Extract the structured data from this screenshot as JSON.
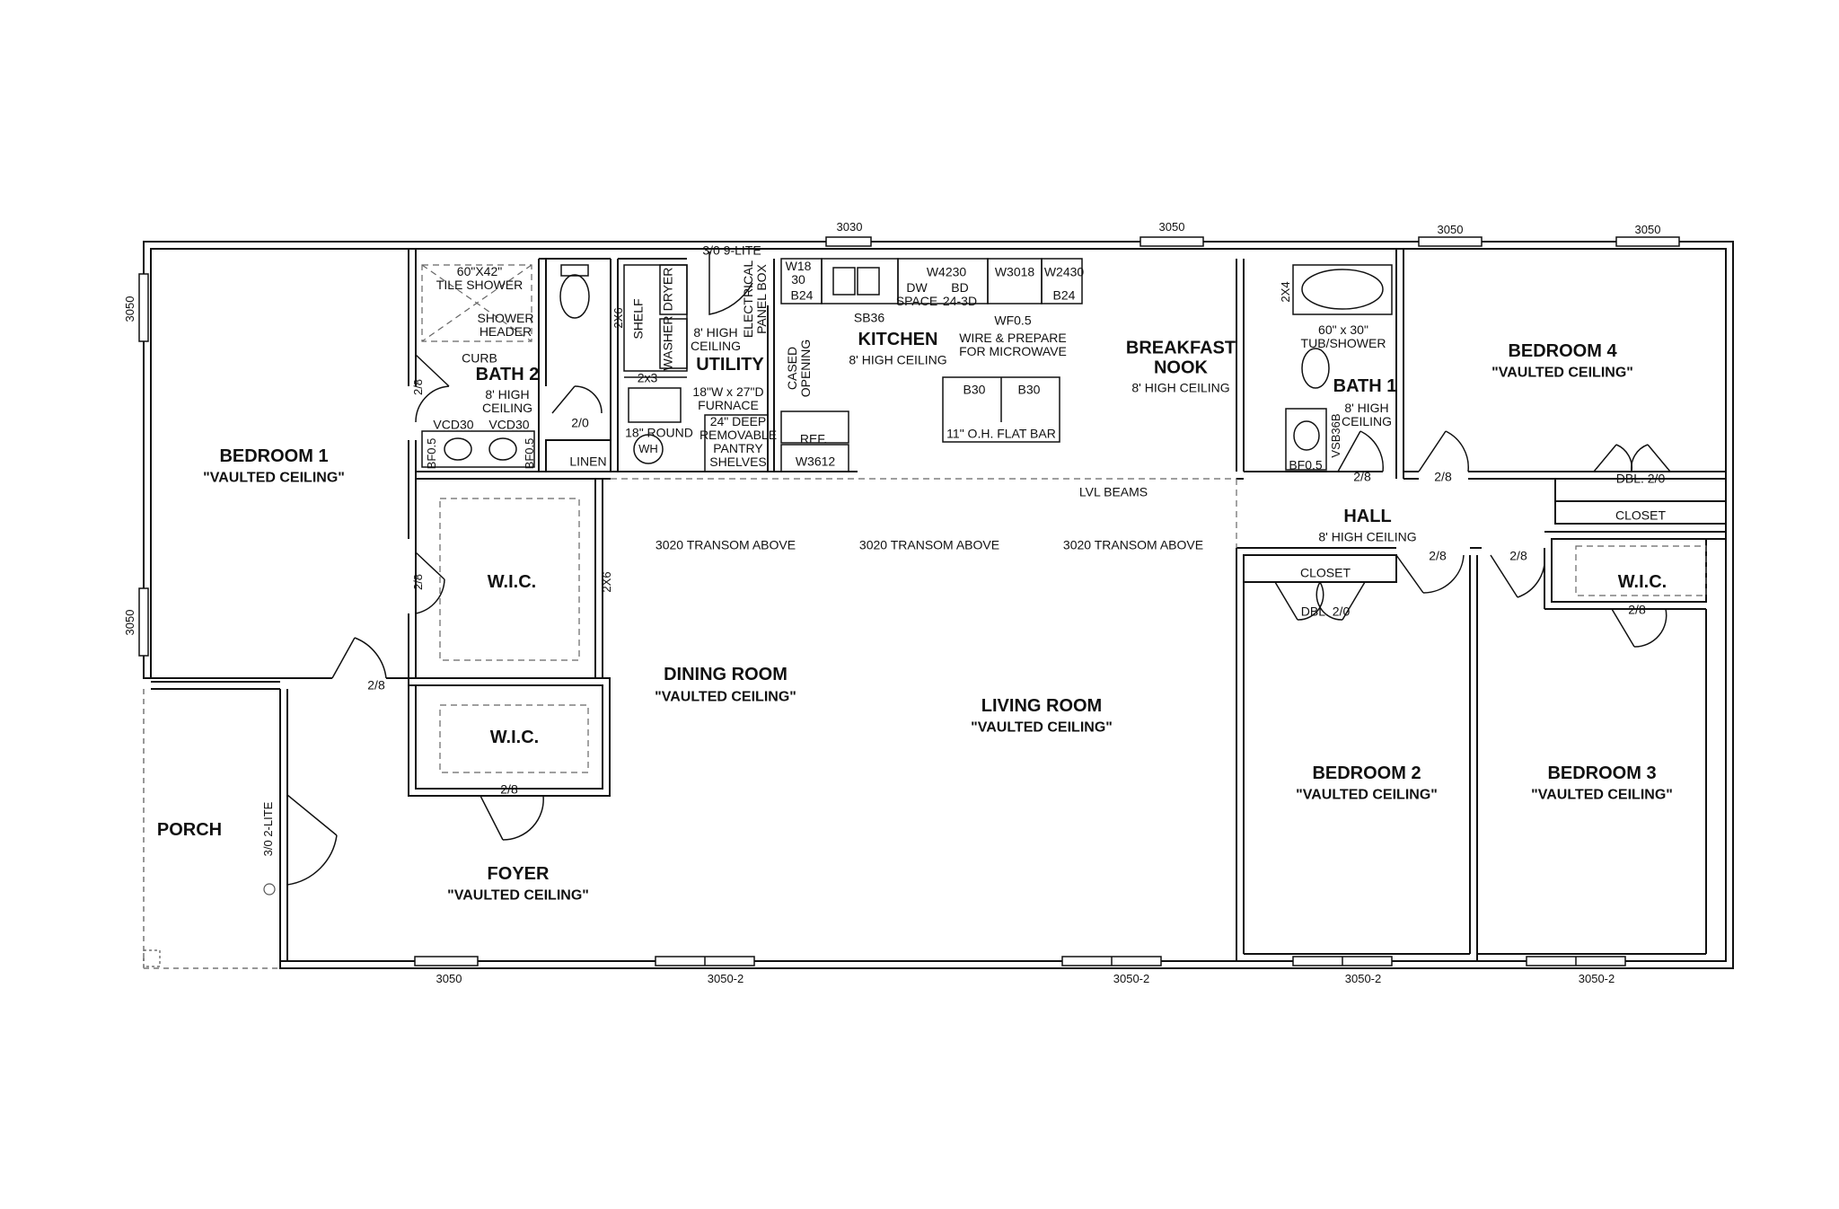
{
  "rooms": {
    "bedroom1": {
      "name": "BEDROOM 1",
      "ceiling": "\"VAULTED CEILING\""
    },
    "bath2": {
      "name": "BATH 2",
      "ceiling": "8' HIGH\nCEILING"
    },
    "utility": {
      "name": "UTILITY",
      "ceiling": "8' HIGH\nCEILING"
    },
    "kitchen": {
      "name": "KITCHEN",
      "ceiling": "8' HIGH CEILING"
    },
    "nook": {
      "name": "BREAKFAST\nNOOK",
      "ceiling": "8' HIGH CEILING"
    },
    "bath1": {
      "name": "BATH 1",
      "ceiling": "8' HIGH\nCEILING"
    },
    "bedroom4": {
      "name": "BEDROOM 4",
      "ceiling": "\"VAULTED CEILING\""
    },
    "hall": {
      "name": "HALL",
      "ceiling": "8' HIGH CEILING"
    },
    "wic_a": {
      "name": "W.I.C."
    },
    "wic_b": {
      "name": "W.I.C."
    },
    "wic_c": {
      "name": "W.I.C."
    },
    "dining": {
      "name": "DINING ROOM",
      "ceiling": "\"VAULTED CEILING\""
    },
    "living": {
      "name": "LIVING ROOM",
      "ceiling": "\"VAULTED CEILING\""
    },
    "foyer": {
      "name": "FOYER",
      "ceiling": "\"VAULTED CEILING\""
    },
    "porch": {
      "name": "PORCH"
    },
    "bedroom2": {
      "name": "BEDROOM 2",
      "ceiling": "\"VAULTED CEILING\""
    },
    "bedroom3": {
      "name": "BEDROOM 3",
      "ceiling": "\"VAULTED CEILING\""
    }
  },
  "windows": {
    "top_kitchen": "3030",
    "top_nook": "3050",
    "top_bed4_left": "3050",
    "top_bed4_right": "3050",
    "left_upper": "3050",
    "left_lower": "3050",
    "bottom_foyer": "3050",
    "bottom_dining": "3050-2",
    "bottom_living": "3050-2",
    "bottom_bed2": "3050-2",
    "bottom_bed3": "3050-2"
  },
  "fixtures": {
    "tile_shower": "60\"X42\"\nTILE SHOWER",
    "shower_header": "SHOWER\nHEADER",
    "curb": "CURB",
    "vcd30_left": "VCD30",
    "vcd30_right": "VCD30",
    "bf05_left": "BF0.5",
    "bf05_right": "BF0.5",
    "linen": "LINEN",
    "shelf": "SHELF",
    "washer": "WASHER",
    "dryer": "DRYER",
    "utility_2x6": "2X6",
    "utility_2x3": "2x3",
    "furnace": "18\"W x 27\"D\nFURNACE",
    "round_18": "18\" ROUND",
    "wh": "WH",
    "pantry": "24\" DEEP\nREMOVABLE\nPANTRY\nSHELVES",
    "electrical": "ELECTRICAL\nPANEL BOX",
    "door_9lite": "3/0 9-LITE",
    "cased_opening": "CASED\nOPENING",
    "w18_30": "W18\n30",
    "b24_left": "B24",
    "sb36": "SB36",
    "w4230": "W4230",
    "dw_space": "DW\nSPACE",
    "bd_24_3d": "BD\n24-3D",
    "w3018": "W3018",
    "w2430": "W2430",
    "b24_right": "B24",
    "wf05": "WF0.5",
    "microwave": "WIRE & PREPARE\nFOR MICROWAVE",
    "b30_left": "B30",
    "b30_right": "B30",
    "flat_bar": "11\" O.H. FLAT BAR",
    "ref": "REF.",
    "w3612": "W3612",
    "tub_shower": "60\" x 30\"\nTUB/SHOWER",
    "bath1_2x4": "2X4",
    "vsb36b": "VSB36B",
    "bath1_bf05": "BF0.5",
    "lvl_beams": "LVL BEAMS",
    "transom_1": "3020 TRANSOM ABOVE",
    "transom_2": "3020 TRANSOM ABOVE",
    "transom_3": "3020 TRANSOM ABOVE",
    "closet_hall": "CLOSET",
    "closet_bed2": "CLOSET",
    "dbl_20_bed4": "DBL. 2/0",
    "dbl_20_bed2": "DBL. 2/0",
    "wic_2x6": "2X6",
    "front_door": "3/0 2-LITE"
  },
  "doors": {
    "bath2_door": "2/8",
    "linen_door": "2/0",
    "wic_door": "2/8",
    "bedroom1_door": "2/8",
    "wic_b_door": "2/8",
    "bath1_door": "2/8",
    "bedroom4_door": "2/8",
    "bedroom2_door": "2/8",
    "bedroom3_door": "2/8",
    "wic_c_door": "2/8"
  }
}
